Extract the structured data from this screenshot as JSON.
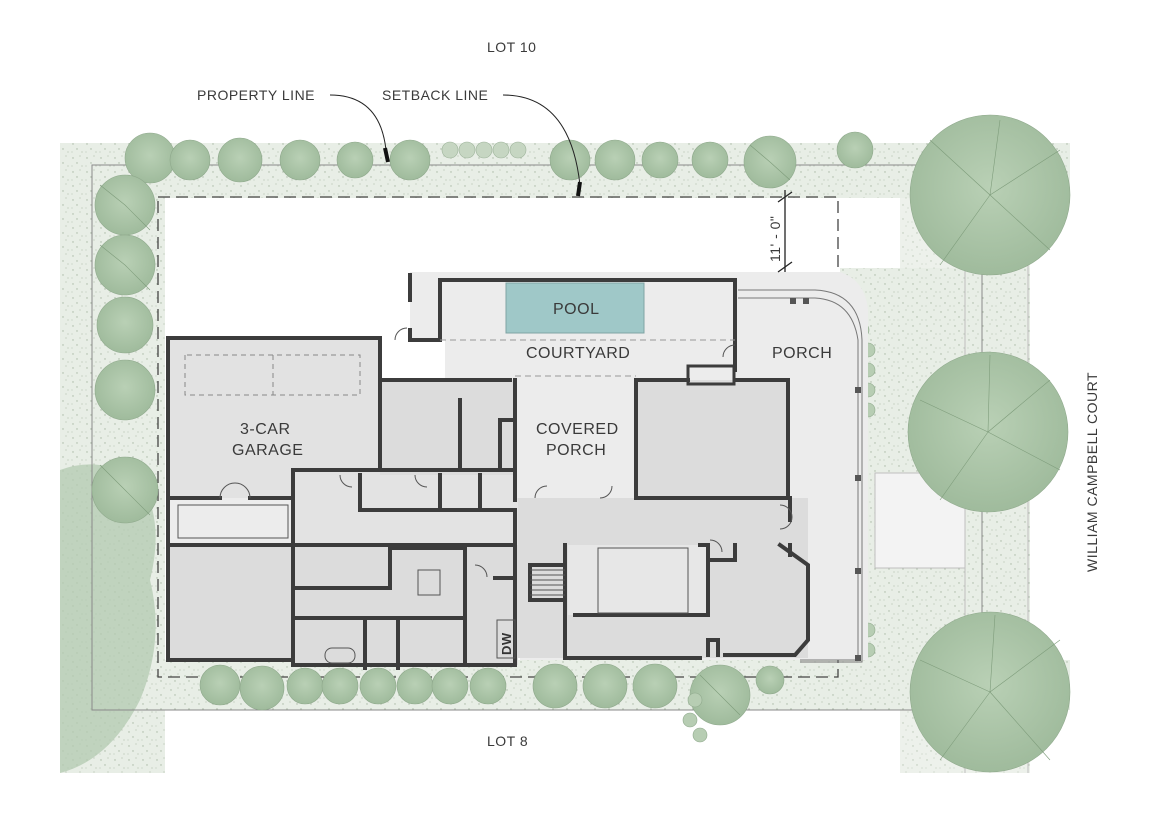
{
  "labels": {
    "lot_top": "LOT 10",
    "lot_bottom": "LOT 8",
    "property_line": "PROPERTY LINE",
    "setback_line": "SETBACK LINE",
    "setback_dimension": "11' - 0\"",
    "street": "WILLIAM CAMPBELL COURT",
    "pool": "POOL",
    "courtyard": "COURTYARD",
    "porch": "PORCH",
    "covered_porch_1": "COVERED",
    "covered_porch_2": "PORCH",
    "garage_1": "3-CAR",
    "garage_2": "GARAGE",
    "dishwasher": "DW"
  },
  "colors": {
    "wall": "#3c3c3c",
    "interior_floor": "#dcdcdc",
    "light_floor": "#ececec",
    "pool_water": "#9fc8c8",
    "landscape": "#e6ece4",
    "tree": "#a9c3a6",
    "tree_dark": "#8aa888"
  }
}
